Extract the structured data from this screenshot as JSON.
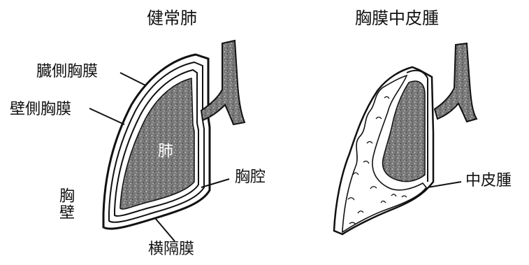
{
  "left_panel": {
    "title": "健常肺",
    "labels": {
      "visceral_pleura": "臓側胸膜",
      "parietal_pleura": "壁側胸膜",
      "lung": "肺",
      "pleural_cavity": "胸腔",
      "chest_wall": "胸壁",
      "diaphragm": "横隔膜"
    }
  },
  "right_panel": {
    "title": "胸膜中皮腫",
    "labels": {
      "mesothelioma": "中皮腫"
    }
  },
  "colors": {
    "ink": "#111111",
    "lung_fill": "#6e6e6e",
    "background": "#ffffff"
  }
}
